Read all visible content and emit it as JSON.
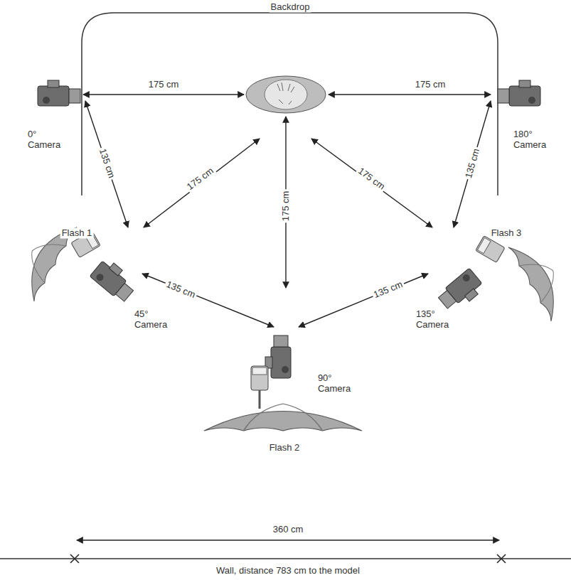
{
  "diagram": {
    "labels": [
      "Backdrop",
      "175 cm",
      "175 cm",
      "0° Camera",
      "180° Camera",
      "135 cm",
      "135 cm",
      "175 cm",
      "175 cm",
      "175 cm",
      "Flash 1",
      "Flash 3",
      "135 cm",
      "135 cm",
      "45° Camera",
      "135° Camera",
      "90° Camera",
      "Flash 2",
      "360 cm",
      "Wall, distance 783 cm to the model"
    ]
  }
}
